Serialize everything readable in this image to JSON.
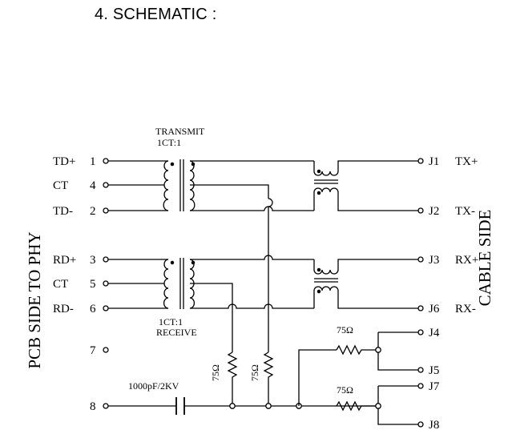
{
  "page": {
    "title": "4. SCHEMATIC :"
  },
  "transformers": {
    "transmit_label": "TRANSMIT",
    "transmit_ratio": "1CT:1",
    "receive_ratio": "1CT:1",
    "receive_label": "RECEIVE"
  },
  "side_labels": {
    "left": "PCB SIDE TO PHY",
    "right": "CABLE SIDE"
  },
  "pcb_pins": [
    {
      "name": "TD+",
      "num": "1"
    },
    {
      "name": "CT",
      "num": "4"
    },
    {
      "name": "TD-",
      "num": "2"
    },
    {
      "name": "RD+",
      "num": "3"
    },
    {
      "name": "CT",
      "num": "5"
    },
    {
      "name": "RD-",
      "num": "6"
    },
    {
      "name": "",
      "num": "7"
    },
    {
      "name": "",
      "num": "8"
    }
  ],
  "cable_pins": [
    {
      "ref": "J1",
      "name": "TX+"
    },
    {
      "ref": "J2",
      "name": "TX-"
    },
    {
      "ref": "J3",
      "name": "RX+"
    },
    {
      "ref": "J6",
      "name": "RX-"
    },
    {
      "ref": "J4",
      "name": ""
    },
    {
      "ref": "J5",
      "name": ""
    },
    {
      "ref": "J7",
      "name": ""
    },
    {
      "ref": "J8",
      "name": ""
    }
  ],
  "components": {
    "capacitor": "1000pF/2KV",
    "resistor_1": "75Ω",
    "resistor_2": "75Ω",
    "resistor_3": "75Ω",
    "resistor_4": "75Ω"
  }
}
